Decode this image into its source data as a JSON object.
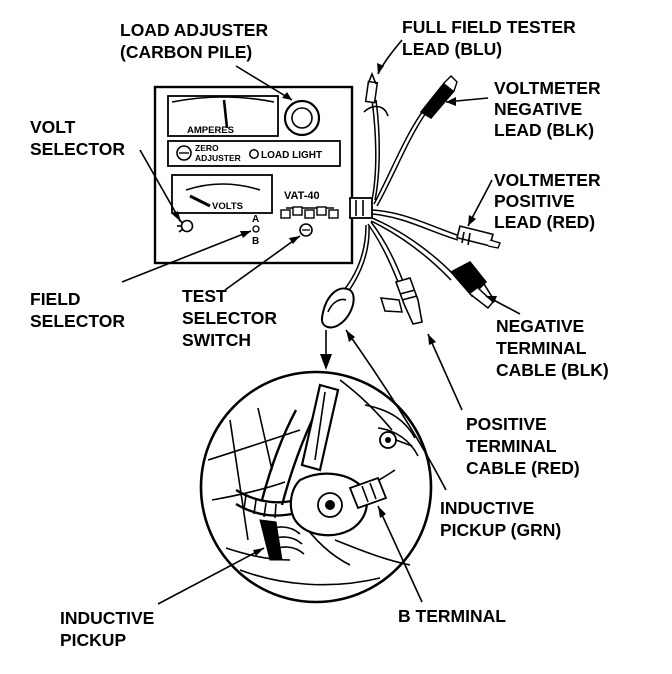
{
  "labels": {
    "load_adjuster": [
      "LOAD ADJUSTER",
      "(CARBON PILE)"
    ],
    "full_field_lead": [
      "FULL FIELD TESTER",
      "LEAD (BLU)"
    ],
    "volt_selector": [
      "VOLT",
      "SELECTOR"
    ],
    "voltmeter_negative": [
      "VOLTMETER",
      "NEGATIVE",
      "LEAD (BLK)"
    ],
    "voltmeter_positive": [
      "VOLTMETER",
      "POSITIVE",
      "LEAD (RED)"
    ],
    "field_selector": [
      "FIELD",
      "SELECTOR"
    ],
    "test_selector": [
      "TEST",
      "SELECTOR",
      "SWITCH"
    ],
    "negative_cable": [
      "NEGATIVE",
      "TERMINAL",
      "CABLE (BLK)"
    ],
    "positive_cable": [
      "POSITIVE",
      "TERMINAL",
      "CABLE (RED)"
    ],
    "inductive_pickup_grn": [
      "INDUCTIVE",
      "PICKUP (GRN)"
    ],
    "inductive_pickup": [
      "INDUCTIVE",
      "PICKUP"
    ],
    "b_terminal": [
      "B TERMINAL"
    ]
  },
  "tester_face": {
    "amperes": "AMPERES",
    "zero_adjuster": [
      "ZERO",
      "ADJUSTER"
    ],
    "load_light": "LOAD LIGHT",
    "volts": "VOLTS",
    "model": "VAT-40",
    "field_a": "A",
    "field_b": "B"
  }
}
